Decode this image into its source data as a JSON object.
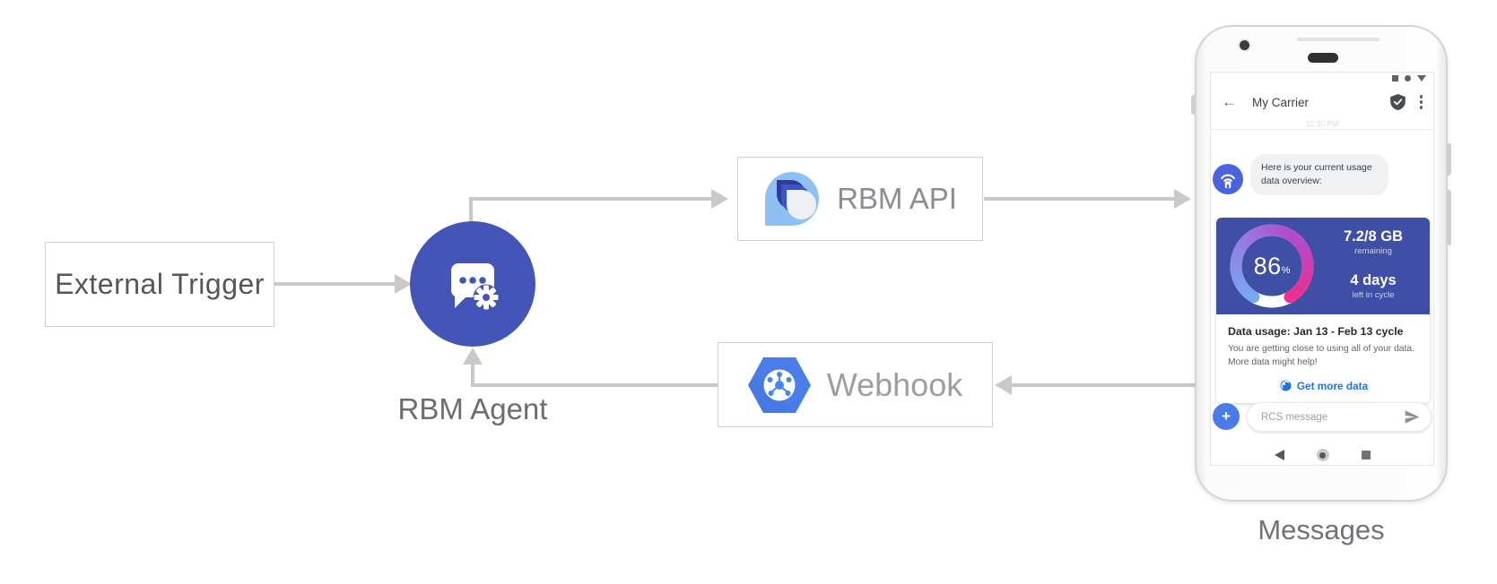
{
  "diagram": {
    "external_trigger_label": "External Trigger",
    "rbm_agent_label": "RBM Agent",
    "rbm_api_label": "RBM API",
    "webhook_label": "Webhook",
    "arrow_color": "#c9c9c9",
    "agent_circle_color": "#4355b7"
  },
  "phone": {
    "caption": "Messages",
    "status_icons": [
      "square",
      "circle",
      "triangle-down"
    ],
    "app_bar": {
      "back_icon": "←",
      "title": "My Carrier"
    },
    "faint_timestamp": "12:30 PM",
    "agent_message": "Here is your current usage data overview:",
    "usage_card": {
      "header_color": "#3e4fa5",
      "gauge": {
        "percent": 86,
        "percent_text": "86",
        "percent_symbol": "%",
        "track_color": "#ffffff",
        "gradient": [
          "#76abef",
          "#9181e6",
          "#b14ccc",
          "#ee2d8f"
        ]
      },
      "remaining_value": "7.2/8 GB",
      "remaining_label": "remaining",
      "days_value": "4 days",
      "days_label": "left in cycle",
      "title": "Data usage: Jan 13 - Feb 13 cycle",
      "body": "You are getting close to using all of your data. More data might help!",
      "action_label": "Get more data",
      "action_color": "#1a73e8"
    },
    "composer": {
      "plus_icon": "+",
      "placeholder": "RCS message"
    },
    "nav": [
      "back",
      "home",
      "recents"
    ]
  }
}
